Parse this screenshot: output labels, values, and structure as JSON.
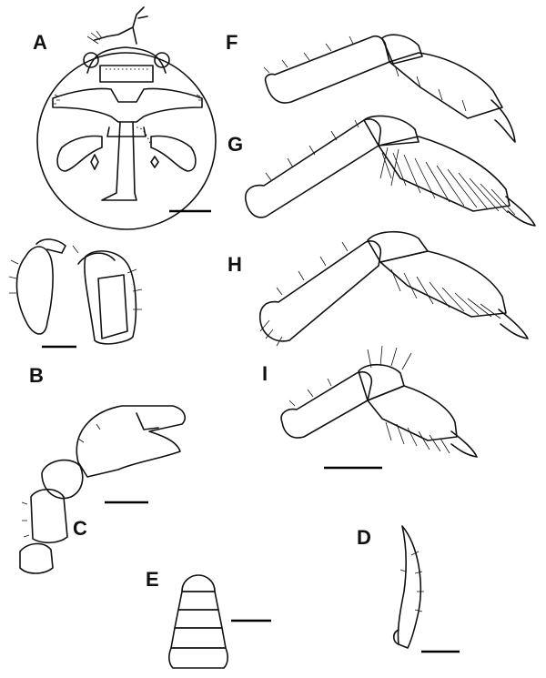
{
  "panels": {
    "A": "A",
    "B": "B",
    "C": "C",
    "D": "D",
    "E": "E",
    "F": "F",
    "G": "G",
    "H": "H",
    "I": "I"
  }
}
